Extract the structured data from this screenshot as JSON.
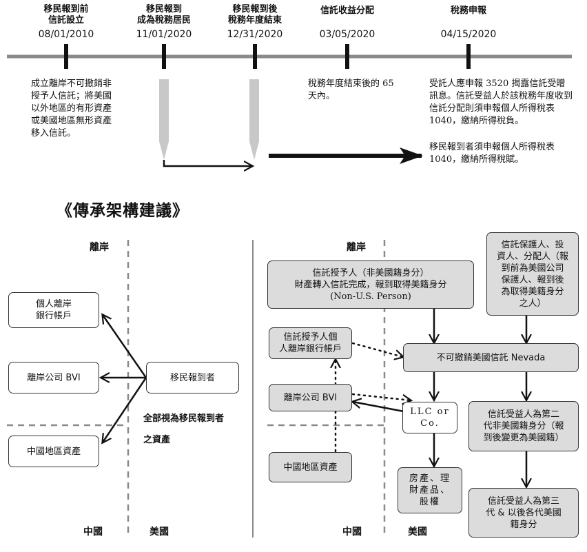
{
  "timeline": {
    "milestones": [
      {
        "title_line1": "移民報到前",
        "title_line2": "信託設立",
        "date": "08/01/2010"
      },
      {
        "title_line1": "移民報到",
        "title_line2": "成為稅務居民",
        "date": "11/01/2020"
      },
      {
        "title_line1": "移民報到後",
        "title_line2": "稅務年度結束",
        "date": "12/31/2020"
      },
      {
        "title_line1": "信託收益分配",
        "title_line2": "",
        "date": "03/05/2020"
      },
      {
        "title_line1": "稅務申報",
        "title_line2": "",
        "date": "04/15/2020"
      }
    ],
    "descriptions": {
      "setup": "成立離岸不可撤銷非授予人信託；將美國以外地區的有形資產或美國地區無形資產移入信託。",
      "distribution": "稅務年度結束後的 65 天內。",
      "filing_1": "受託人應申報 3520 揭露信託受贈訊息。信託受益人於該稅務年度收到信託分配則須申報個人所得稅表 1040，繳納所得稅負。",
      "filing_2": "移民報到者須申報個人所得稅表 1040，繳納所得稅賦。"
    },
    "colors": {
      "axis": "#8a8a8a",
      "marker": "#111111",
      "pointer": "#c8c8c8"
    }
  },
  "heading": "《傳承架構建議》",
  "left_diagram": {
    "region_offshore": "離岸",
    "region_china": "中國",
    "region_usa": "美國",
    "nodes": {
      "bank": {
        "line1": "個人離岸",
        "line2": "銀行帳戶"
      },
      "bvi": "離岸公司 BVI",
      "china_assets": "中國地區資產",
      "immigrant": "移民報到者"
    },
    "note_line1": "全部視為移民報到者",
    "note_line2": "之資產"
  },
  "right_diagram": {
    "region_offshore": "離岸",
    "region_china": "中國",
    "region_usa": "美國",
    "nodes": {
      "grantor": {
        "line1": "信託授予人（非美國籍身分）",
        "line2": "財產轉入信託完成，報到取得美籍身分",
        "line3": "(Non-U.S. Person)"
      },
      "protector": {
        "line1": "信託保護人、投",
        "line2": "資人、分配人（報",
        "line3": "到前為美國公司",
        "line4": "保護人、報到後",
        "line5": "為取得美籍身分",
        "line6": "之人）"
      },
      "grantor_bank": {
        "line1": "信託授予人個",
        "line2": "人離岸銀行帳戶"
      },
      "trust": "不可撤銷美國信託 Nevada",
      "bvi": "離岸公司 BVI",
      "llc": {
        "line1": "LLC or",
        "line2": "Co."
      },
      "beneficiary2": {
        "line1": "信託受益人為第二",
        "line2": "代非美國籍身分（報",
        "line3": "到後變更為美國籍）"
      },
      "china_assets": "中國地區資產",
      "property": {
        "line1": "房產、理",
        "line2": "財產品、",
        "line3": "股權"
      },
      "beneficiary3": {
        "line1": "信託受益人為第三",
        "line2": "代 & 以後各代美國",
        "line3": "籍身分"
      }
    },
    "colors": {
      "box_fill": "#dcdcdc",
      "divider": "#8a8a8a"
    }
  }
}
